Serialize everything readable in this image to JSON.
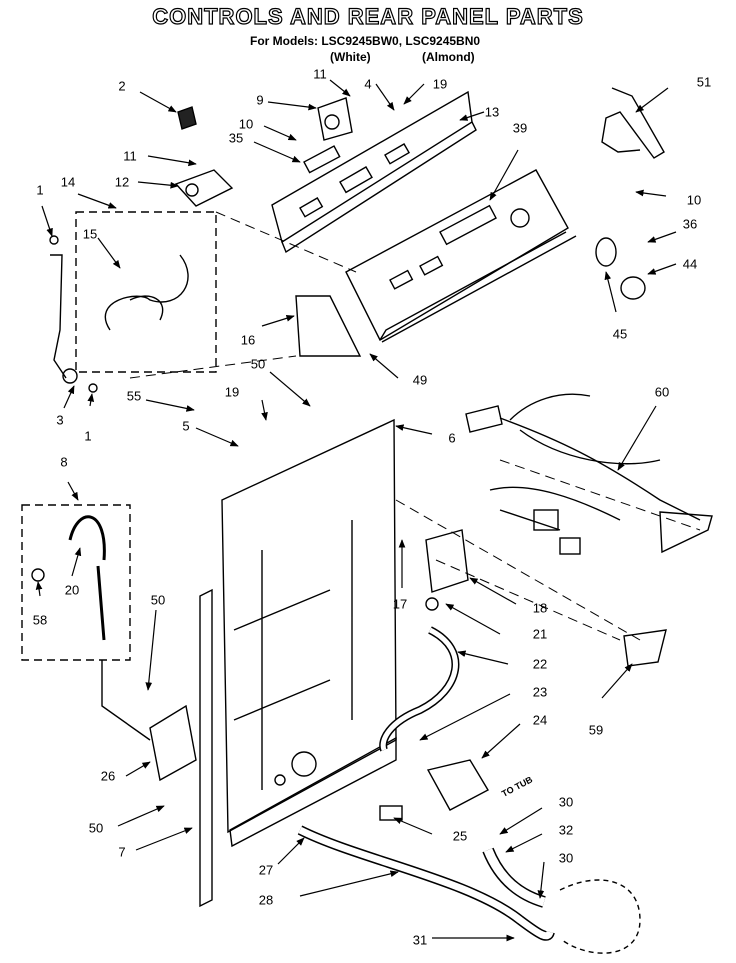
{
  "title": "CONTROLS AND REAR PANEL PARTS",
  "models_line": "For Models: LSC9245BW0, LSC9245BN0",
  "variant_white": "(White)",
  "variant_almond": "(Almond)",
  "to_tub": "TO TUB",
  "callouts": {
    "c1a": "1",
    "c1b": "1",
    "c2": "2",
    "c3": "3",
    "c4": "4",
    "c5": "5",
    "c6": "6",
    "c7": "7",
    "c8": "8",
    "c9": "9",
    "c10a": "10",
    "c10b": "10",
    "c11a": "11",
    "c11b": "11",
    "c12": "12",
    "c13": "13",
    "c14": "14",
    "c15": "15",
    "c16": "16",
    "c17": "17",
    "c18": "18",
    "c19a": "19",
    "c19b": "19",
    "c20": "20",
    "c21": "21",
    "c22": "22",
    "c23": "23",
    "c24": "24",
    "c25": "25",
    "c26": "26",
    "c27": "27",
    "c28": "28",
    "c30a": "30",
    "c30b": "30",
    "c31": "31",
    "c32": "32",
    "c35": "35",
    "c36": "36",
    "c39": "39",
    "c44": "44",
    "c45": "45",
    "c49": "49",
    "c50a": "50",
    "c50b": "50",
    "c50c": "50",
    "c51": "51",
    "c55": "55",
    "c58": "58",
    "c59": "59",
    "c60": "60"
  }
}
